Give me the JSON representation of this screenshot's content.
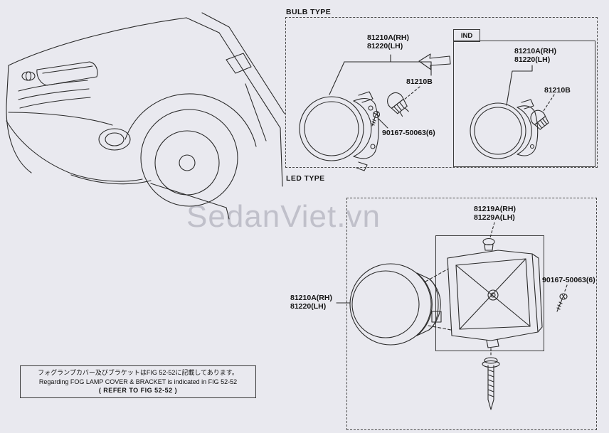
{
  "colors": {
    "background": "#e9e9ef",
    "line": "#2b2b2b",
    "watermark": "#a0a0ac"
  },
  "watermark": "SedanViet.vn",
  "bulb_section": {
    "title": "BULB TYPE",
    "main_label": [
      "81210A(RH)",
      "81220(LH)"
    ],
    "bulb_label": "81210B",
    "screw_label": "90167-50063(6)",
    "ind_box": {
      "tab": "IND",
      "main_label": [
        "81210A(RH)",
        "81220(LH)"
      ],
      "bulb_label": "81210B"
    }
  },
  "led_section": {
    "title": "LED TYPE",
    "clip_label": [
      "81219A(RH)",
      "81229A(LH)"
    ],
    "main_label": [
      "81210A(RH)",
      "81220(LH)"
    ],
    "screw_label": "90167-50063(6)"
  },
  "note_box": {
    "line_jp": "フォグランプカバー及びブラケットはFIG 52-52に記載してあります。",
    "line_en": "Regarding FOG LAMP COVER & BRACKET is indicated in FIG 52-52",
    "line_ref": "(  REFER TO FIG 52-52  )"
  }
}
